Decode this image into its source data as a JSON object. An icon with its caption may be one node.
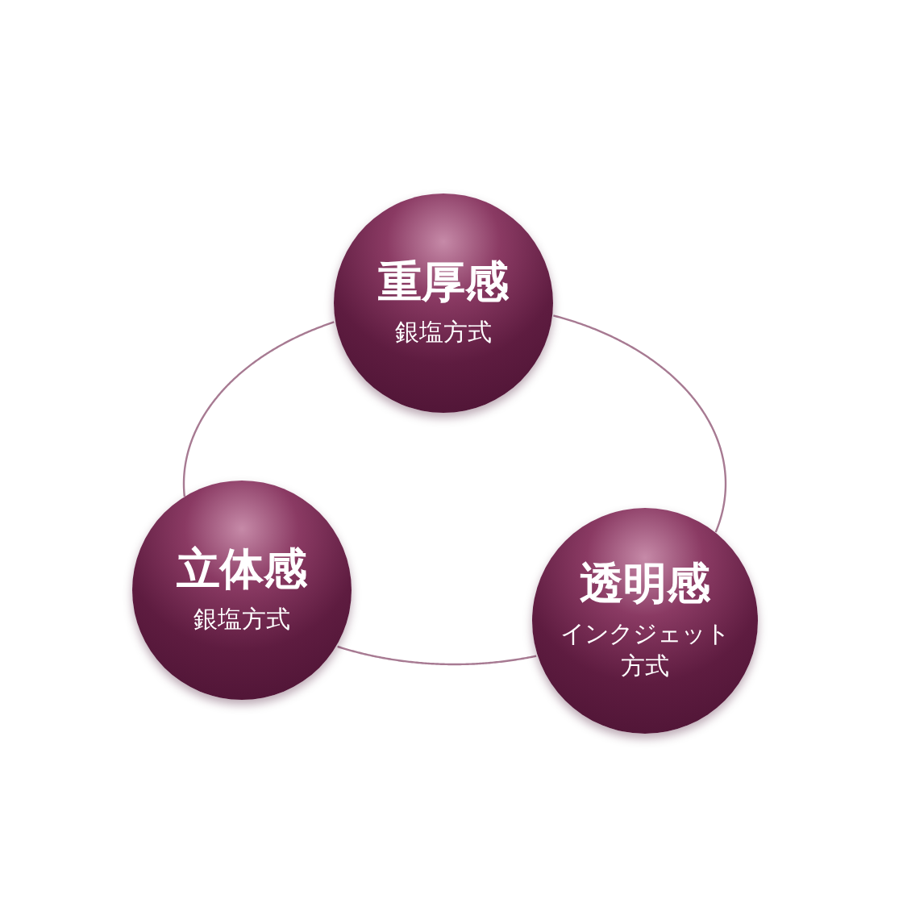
{
  "diagram": {
    "nodes": [
      {
        "text": [
          "重厚感",
          "銀塩方式"
        ]
      },
      {
        "text": [
          "立体感",
          "銀塩方式"
        ]
      },
      {
        "text": [
          "透明感",
          "インクジェット方式"
        ]
      }
    ],
    "edges": [
      {
        "from": 0,
        "to": 1,
        "arrow": "none"
      },
      {
        "from": 0,
        "to": 2,
        "arrow": "none"
      },
      {
        "from": 1,
        "to": 2,
        "arrow": "none"
      }
    ]
  }
}
